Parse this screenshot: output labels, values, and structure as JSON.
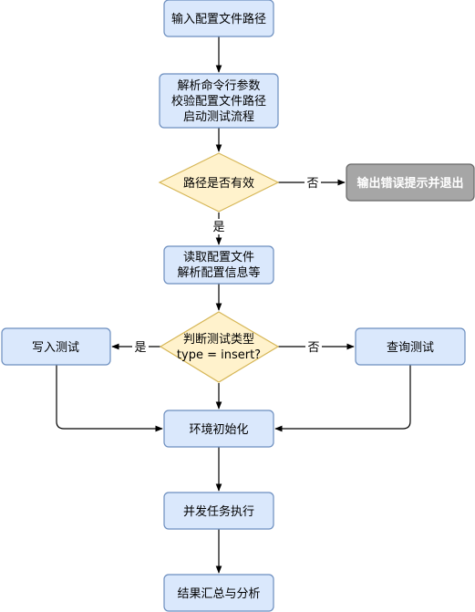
{
  "diagram": {
    "nodes": {
      "input_path": {
        "lines": [
          "输入配置文件路径"
        ]
      },
      "parse_args": {
        "lines": [
          "解析命令行参数",
          "校验配置文件路径",
          "启动测试流程"
        ]
      },
      "path_valid": {
        "lines": [
          "路径是否有效"
        ]
      },
      "error_exit": {
        "lines": [
          "输出错误提示并退出"
        ]
      },
      "read_config": {
        "lines": [
          "读取配置文件",
          "解析配置信息等"
        ]
      },
      "judge_type": {
        "lines": [
          "判断测试类型",
          "type = insert?"
        ]
      },
      "write_test": {
        "lines": [
          "写入测试"
        ]
      },
      "query_test": {
        "lines": [
          "查询测试"
        ]
      },
      "env_init": {
        "lines": [
          "环境初始化"
        ]
      },
      "concurrent_exec": {
        "lines": [
          "并发任务执行"
        ]
      },
      "summary": {
        "lines": [
          "结果汇总与分析"
        ]
      }
    },
    "edge_labels": {
      "path_no": "否",
      "path_yes": "是",
      "type_yes": "是",
      "type_no": "否"
    }
  },
  "colors": {
    "process_fill": "#dae8fc",
    "process_stroke": "#6c8ebf",
    "decision_fill": "#fff2cc",
    "decision_stroke": "#d6b656",
    "terminal_fill": "#a6a6a6",
    "terminal_stroke": "#666666",
    "edge": "#000000"
  }
}
